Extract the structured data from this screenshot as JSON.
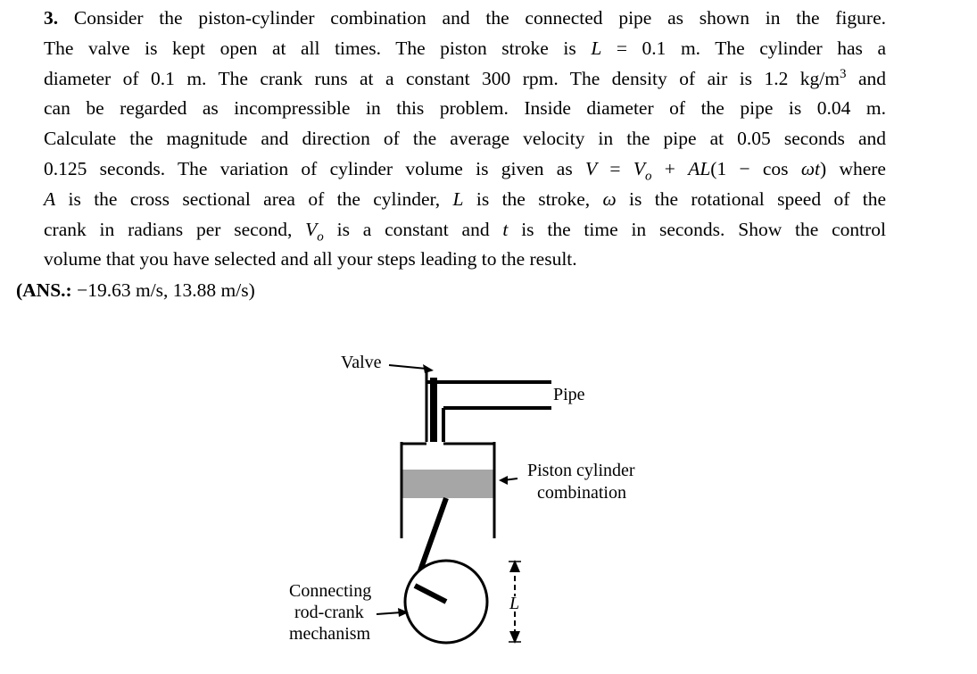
{
  "problem": {
    "number": "3.",
    "lines": [
      [
        {
          "t": " Consider the piston-cylinder combination and the connected pipe as shown in the figure."
        }
      ],
      [
        {
          "t": "The valve is kept open at all times. The piston stroke is "
        },
        {
          "t": "L",
          "i": true
        },
        {
          "t": " = 0.1 m. The cylinder has a"
        }
      ],
      [
        {
          "t": "diameter of 0.1 m. The crank runs at a constant 300 rpm. The density of air is 1.2 kg/m"
        },
        {
          "t": "3",
          "sup": true
        },
        {
          "t": " and"
        }
      ],
      [
        {
          "t": "can be regarded as incompressible in this problem. Inside diameter of the pipe is 0.04 m."
        }
      ],
      [
        {
          "t": "Calculate the magnitude and direction of the average velocity in the pipe at 0.05 seconds and"
        }
      ],
      [
        {
          "t": "0.125 seconds. The variation of cylinder volume is given as "
        },
        {
          "t": "V",
          "i": true
        },
        {
          "t": " = "
        },
        {
          "t": "V",
          "i": true
        },
        {
          "t": "o",
          "i": true,
          "sub": true
        },
        {
          "t": " + "
        },
        {
          "t": "AL",
          "i": true
        },
        {
          "t": "(1 − cos "
        },
        {
          "t": "ωt",
          "i": true
        },
        {
          "t": ") where"
        }
      ],
      [
        {
          "t": "A",
          "i": true
        },
        {
          "t": " is the cross sectional area of the cylinder, "
        },
        {
          "t": "L",
          "i": true
        },
        {
          "t": " is the stroke, "
        },
        {
          "t": "ω",
          "i": true
        },
        {
          "t": " is the rotational speed of the"
        }
      ],
      [
        {
          "t": "crank in radians per second, "
        },
        {
          "t": "V",
          "i": true
        },
        {
          "t": "o",
          "i": true,
          "sub": true
        },
        {
          "t": " is a constant and "
        },
        {
          "t": "t",
          "i": true
        },
        {
          "t": " is the time in seconds. Show the control"
        }
      ],
      [
        {
          "t": "volume that you have selected and all your steps leading to the result."
        }
      ]
    ]
  },
  "answer": {
    "label": "(ANS.:",
    "value": " −19.63 m/s, 13.88 m/s)"
  },
  "figure": {
    "labels": {
      "valve": "Valve",
      "pipe": "Pipe",
      "piston_line1": "Piston cylinder",
      "piston_line2": "combination",
      "rod_line1": "Connecting",
      "rod_line2": "rod-crank",
      "rod_line3": "mechanism",
      "stroke": "L"
    },
    "colors": {
      "piston": "#a6a6a6",
      "ink": "#000000"
    }
  }
}
